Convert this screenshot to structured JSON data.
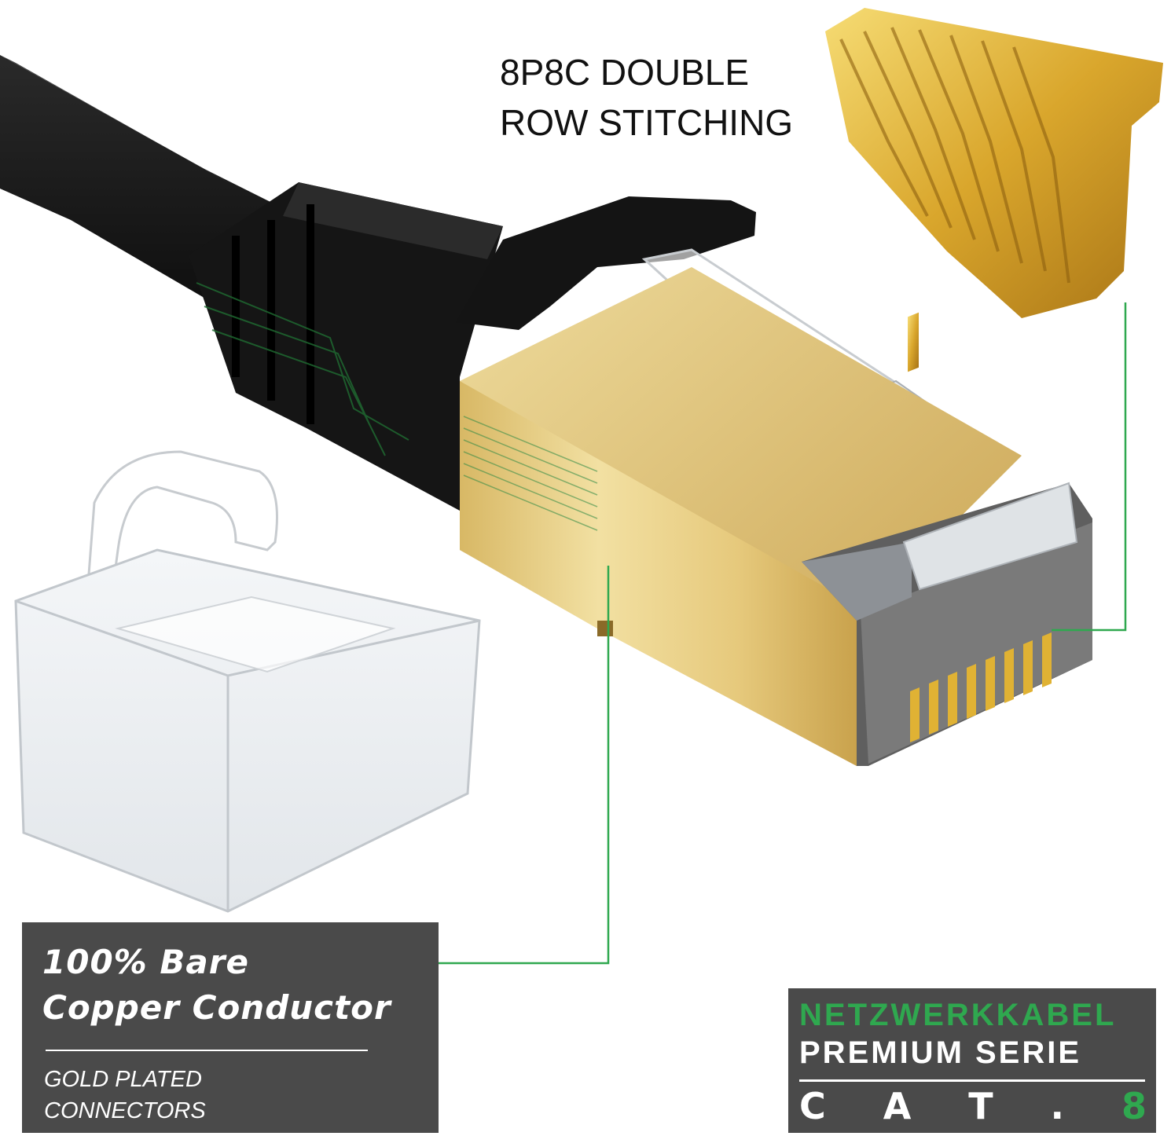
{
  "labels": {
    "stitching_line1": "8P8C DOUBLE",
    "stitching_line2": "ROW STITCHING",
    "conductor_line1": "100% Bare",
    "conductor_line2": "Copper Conductor",
    "connectors_line1": "GOLD PLATED",
    "connectors_line2": "CONNECTORS"
  },
  "badge": {
    "line1": "NETZWERKKABEL",
    "line2": "PREMIUM SERIE",
    "cat_letters": [
      "C",
      "A",
      "T",
      ".",
      "8"
    ]
  },
  "colors": {
    "accent_green": "#2fa84f",
    "panel_gray": "#4a4a4a",
    "cable_black": "#141414",
    "gold": "#e3c46e",
    "gold_dark": "#b89438"
  }
}
